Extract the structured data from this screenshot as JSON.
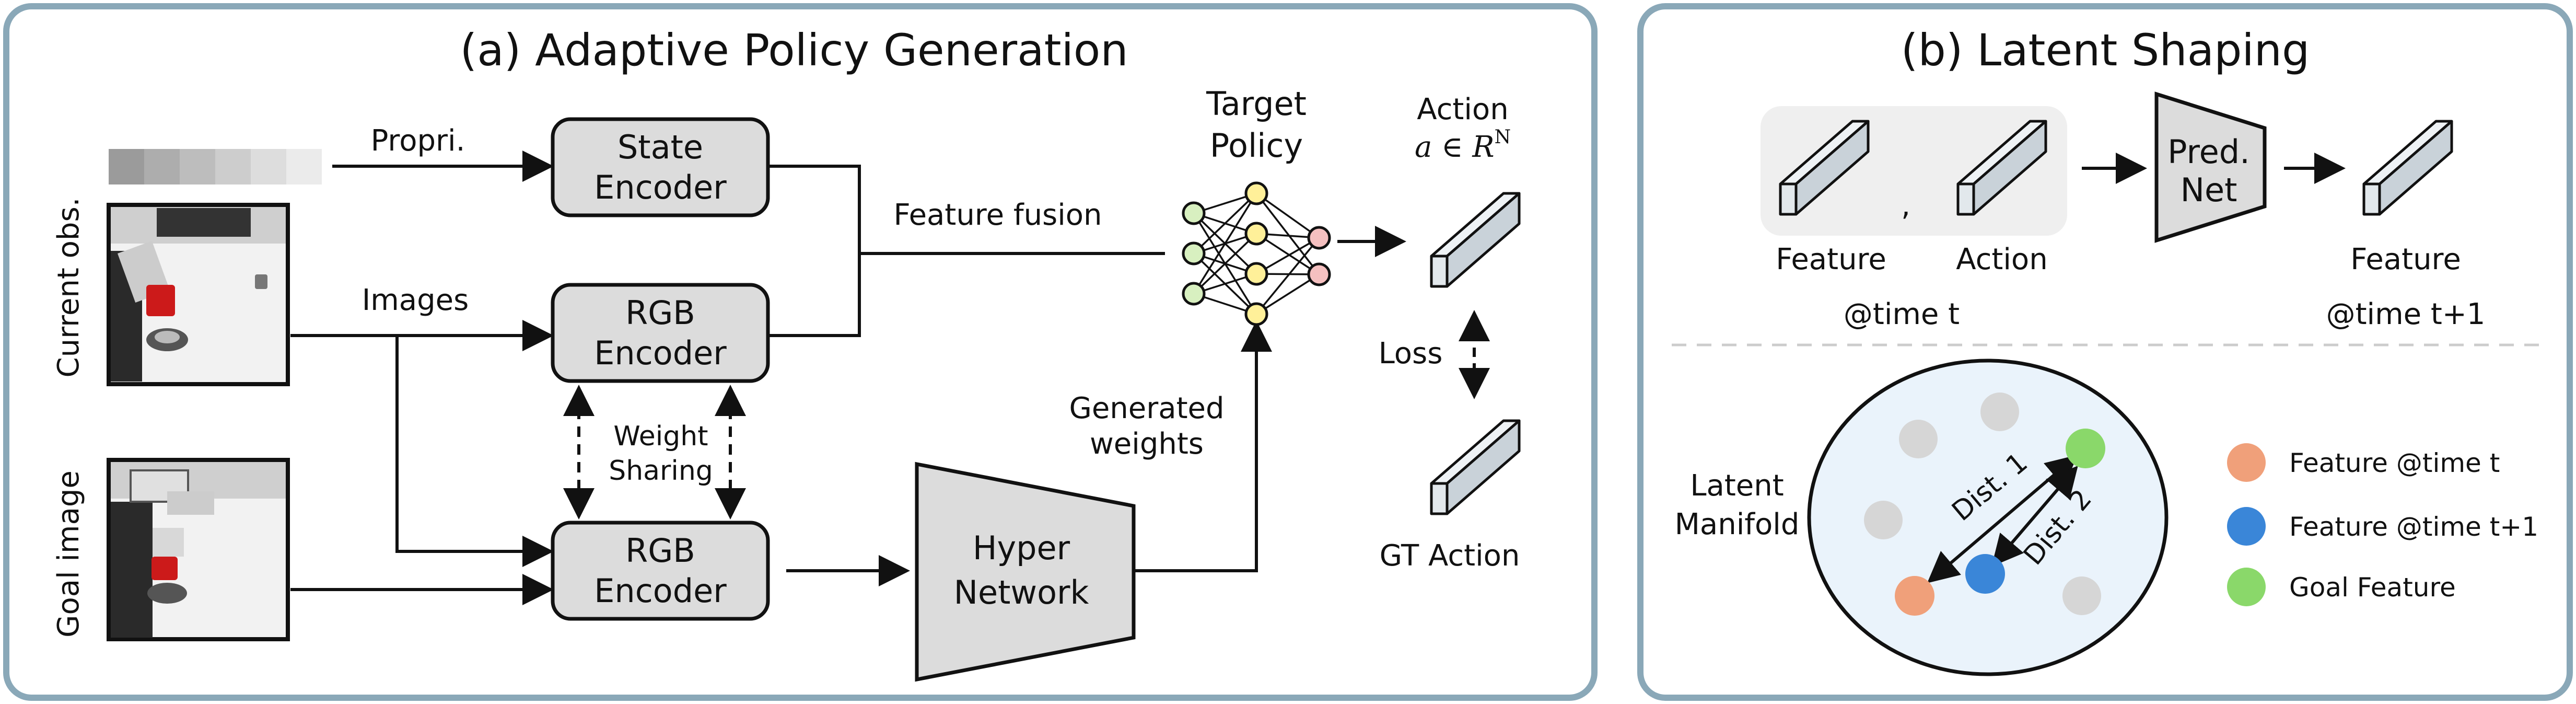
{
  "panel_a": {
    "title": "(a) Adaptive Policy Generation",
    "side_labels": {
      "current_obs": "Current obs.",
      "goal_image": "Goal image"
    },
    "edge_labels": {
      "propri": "Propri.",
      "images": "Images",
      "feature_fusion": "Feature fusion",
      "weight_line1": "Weight",
      "weight_line2": "Sharing",
      "generated_line1": "Generated",
      "generated_line2": "weights",
      "loss": "Loss"
    },
    "state_encoder": {
      "line1": "State",
      "line2": "Encoder"
    },
    "rgb_encoder_top": {
      "line1": "RGB",
      "line2": "Encoder"
    },
    "rgb_encoder_bottom": {
      "line1": "RGB",
      "line2": "Encoder"
    },
    "hyper_network": {
      "line1": "Hyper",
      "line2": "Network"
    },
    "target_policy": {
      "line1": "Target",
      "line2": "Policy"
    },
    "action": {
      "line1": "Action",
      "math_a": "a",
      "math_in": " ∈ ",
      "math_R": "R",
      "math_N": "N"
    },
    "gt_action": "GT Action"
  },
  "panel_b": {
    "title": "(b) Latent Shaping",
    "feature_label": "Feature",
    "comma": ",",
    "action_label": "Action",
    "pred_net": {
      "line1": "Pred.",
      "line2": "Net"
    },
    "out_feature_label": "Feature",
    "time_t": "@time t",
    "time_t1": "@time t+1",
    "latent_line1": "Latent",
    "latent_line2": "Manifold",
    "dist1": "Dist. 1",
    "dist2": "Dist. 2",
    "legend": [
      {
        "label": "Feature @time t",
        "color": "#f0a07a"
      },
      {
        "label": "Feature @time t+1",
        "color": "#3a86d8"
      },
      {
        "label": "Goal Feature",
        "color": "#8ad86a"
      }
    ]
  },
  "colors": {
    "panel_border": "#8aa8b8",
    "box_fill": "#dcdcdc",
    "neuron_input": "#d8f0c0",
    "neuron_hidden": "#fff099",
    "neuron_output": "#f5c0c0",
    "manifold_fill": "#eaf3fb",
    "gray_dot": "#d6d6d6"
  }
}
